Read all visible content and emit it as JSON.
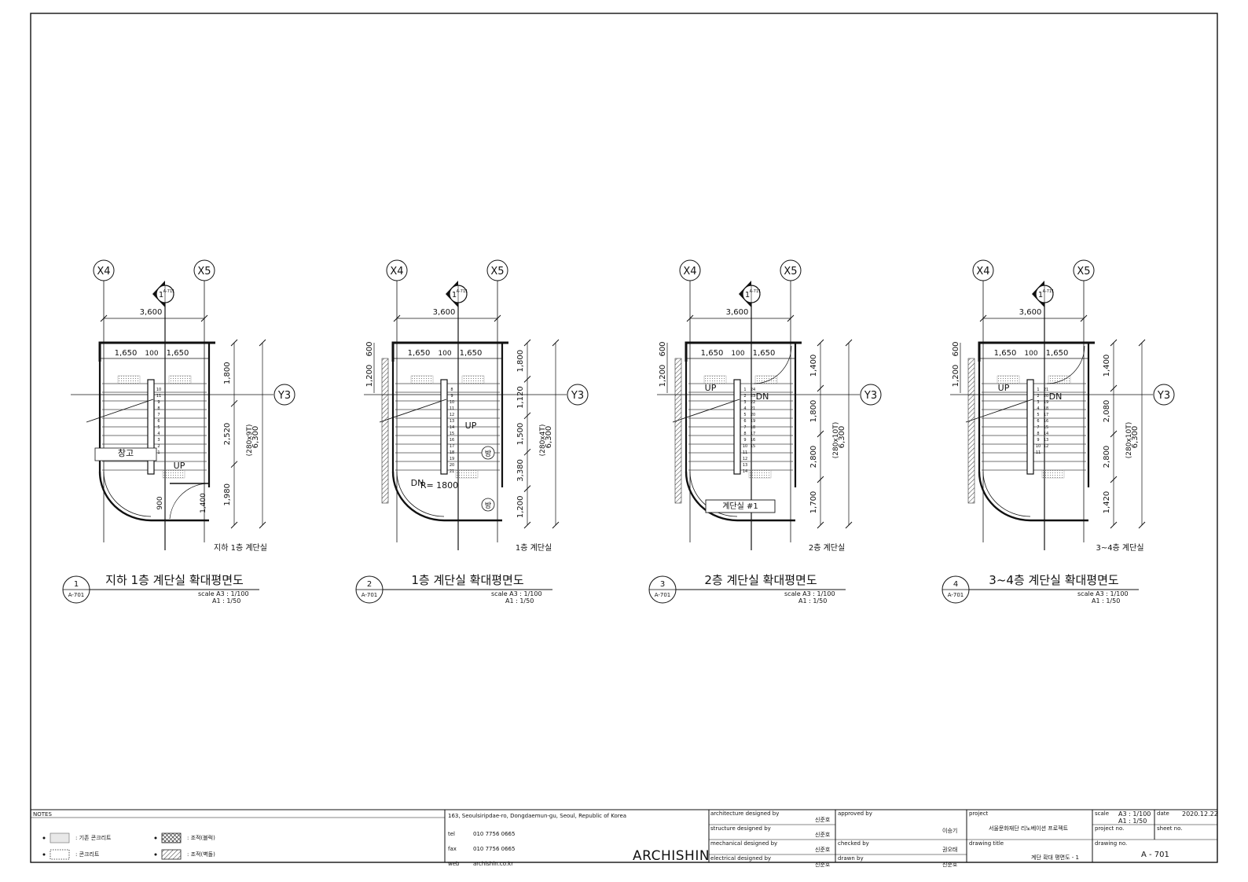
{
  "plans": [
    {
      "num": "1",
      "sheet_ref": "A-701",
      "title": "지하 1층 계단실 확대평면도",
      "scale_a3": "scale  A3 : 1/100",
      "scale_a1": "A1 : 1/50",
      "room_label": "지하 1층 계단실",
      "grid_left": "X4",
      "grid_right": "X5",
      "grid_row": "Y3",
      "dim_width": "3,600",
      "dim_split": [
        "1,650",
        "100",
        "1,650"
      ],
      "dim_right": [
        "1,800",
        "2,520",
        "1,980"
      ],
      "dim_riser": "(280x9T)",
      "dim_total": "6,300",
      "dim_door": "900",
      "dim_extra": "1,400",
      "labels": [
        "UP",
        "창고"
      ],
      "section_mark": "1",
      "section_ref": "A-711",
      "step_numbers": [
        "10",
        "11",
        "9",
        "8",
        "7",
        "6",
        "5",
        "4",
        "3",
        "2",
        "1"
      ]
    },
    {
      "num": "2",
      "sheet_ref": "A-701",
      "title": "1층 계단실 확대평면도",
      "scale_a3": "scale  A3 : 1/100",
      "scale_a1": "A1 : 1/50",
      "room_label": "1층 계단실",
      "grid_left": "X4",
      "grid_right": "X5",
      "grid_row": "Y3",
      "dim_width": "3,600",
      "dim_split": [
        "1,650",
        "100",
        "1,650"
      ],
      "dim_right": [
        "1,800",
        "1,120",
        "1,500",
        "3,380",
        "1,200"
      ],
      "dim_riser": "(280x4T)",
      "dim_total": "6,300",
      "dim_left": [
        "1,200",
        "600"
      ],
      "labels": [
        "UP",
        "DN",
        "방",
        "방"
      ],
      "radius_label": "R= 1800",
      "section_mark": "1",
      "section_ref": "A-711",
      "step_numbers": [
        "8",
        "9",
        "10",
        "11",
        "12",
        "13",
        "14",
        "15",
        "16",
        "17",
        "18",
        "19",
        "20",
        "21"
      ]
    },
    {
      "num": "3",
      "sheet_ref": "A-701",
      "title": "2층 계단실 확대평면도",
      "scale_a3": "scale  A3 : 1/100",
      "scale_a1": "A1 : 1/50",
      "room_label": "2층 계단실",
      "grid_left": "X4",
      "grid_right": "X5",
      "grid_row": "Y3",
      "dim_width": "3,600",
      "dim_split": [
        "1,650",
        "100",
        "1,650"
      ],
      "dim_right": [
        "1,400",
        "1,800",
        "2,800",
        "1,700"
      ],
      "dim_riser": "(280x10T)",
      "dim_total": "6,300",
      "dim_left": [
        "1,200",
        "600"
      ],
      "labels": [
        "UP",
        "DN",
        "계단실 #1"
      ],
      "section_mark": "1",
      "section_ref": "A-711",
      "step_numbers": [
        "1",
        "2",
        "3",
        "4",
        "5",
        "6",
        "7",
        "8",
        "9",
        "10",
        "11",
        "12",
        "13",
        "14"
      ],
      "step_numbers_right": [
        "24",
        "23",
        "22",
        "21",
        "20",
        "19",
        "18",
        "17",
        "16",
        "15"
      ]
    },
    {
      "num": "4",
      "sheet_ref": "A-701",
      "title": "3~4층 계단실 확대평면도",
      "scale_a3": "scale  A3 : 1/100",
      "scale_a1": "A1 : 1/50",
      "room_label": "3~4층 계단실",
      "grid_left": "X4",
      "grid_right": "X5",
      "grid_row": "Y3",
      "dim_width": "3,600",
      "dim_split": [
        "1,650",
        "100",
        "1,650"
      ],
      "dim_right": [
        "1,400",
        "2,080",
        "2,800",
        "1,420"
      ],
      "dim_riser": "(280x10T)",
      "dim_total": "6,300",
      "dim_left": [
        "1,200",
        "600"
      ],
      "labels": [
        "UP",
        "DN"
      ],
      "section_mark": "1",
      "section_ref": "A-711",
      "step_numbers": [
        "1",
        "2",
        "3",
        "4",
        "5",
        "6",
        "7",
        "8",
        "9",
        "10",
        "11"
      ],
      "step_numbers_right": [
        "21",
        "20",
        "19",
        "18",
        "17",
        "16",
        "15",
        "14",
        "13",
        "12"
      ]
    }
  ],
  "titleblock": {
    "notes_label": "NOTES",
    "legend": [
      {
        "label": ": 기존 콘크리트"
      },
      {
        "label": ": 콘크리트"
      },
      {
        "label": ": 조적(블럭)"
      },
      {
        "label": ": 조적(벽돌)"
      }
    ],
    "address": "163, Seoulsiripdae-ro, Dongdaemun-gu, Seoul, Republic of Korea",
    "tel_label": "tel",
    "tel": "010 7756 0665",
    "fax_label": "fax",
    "fax": "010 7756 0665",
    "web_label": "web",
    "web": "archishin.co.kr",
    "brand": "ARCHISHIN",
    "architecture_label": "architecture designed by",
    "architecture": "신준호",
    "structure_label": "structure designed by",
    "structure": "신준호",
    "mechanical_label": "mechanical designed by",
    "mechanical": "신준호",
    "electrical_label": "electrical designed by",
    "electrical": "신준호",
    "approved_label": "approved by",
    "approved": "이승기",
    "checked_label": "checked by",
    "checked": "권오태",
    "drawn_label": "drawn by",
    "drawn": "신준호",
    "project_label": "project",
    "project": "서울문화재단 리노베이션 프로젝트",
    "drawing_title_label": "drawing title",
    "drawing_title": "계단 확대 평면도 - 1",
    "scale_label": "scale",
    "scale_a3": "A3 : 1/100",
    "scale_a1": "A1 : 1/50",
    "date_label": "date",
    "date": "2020.12.22",
    "project_no_label": "project no.",
    "sheet_no_label": "sheet no.",
    "drawing_no_label": "drawing no.",
    "drawing_no": "A - 701"
  }
}
